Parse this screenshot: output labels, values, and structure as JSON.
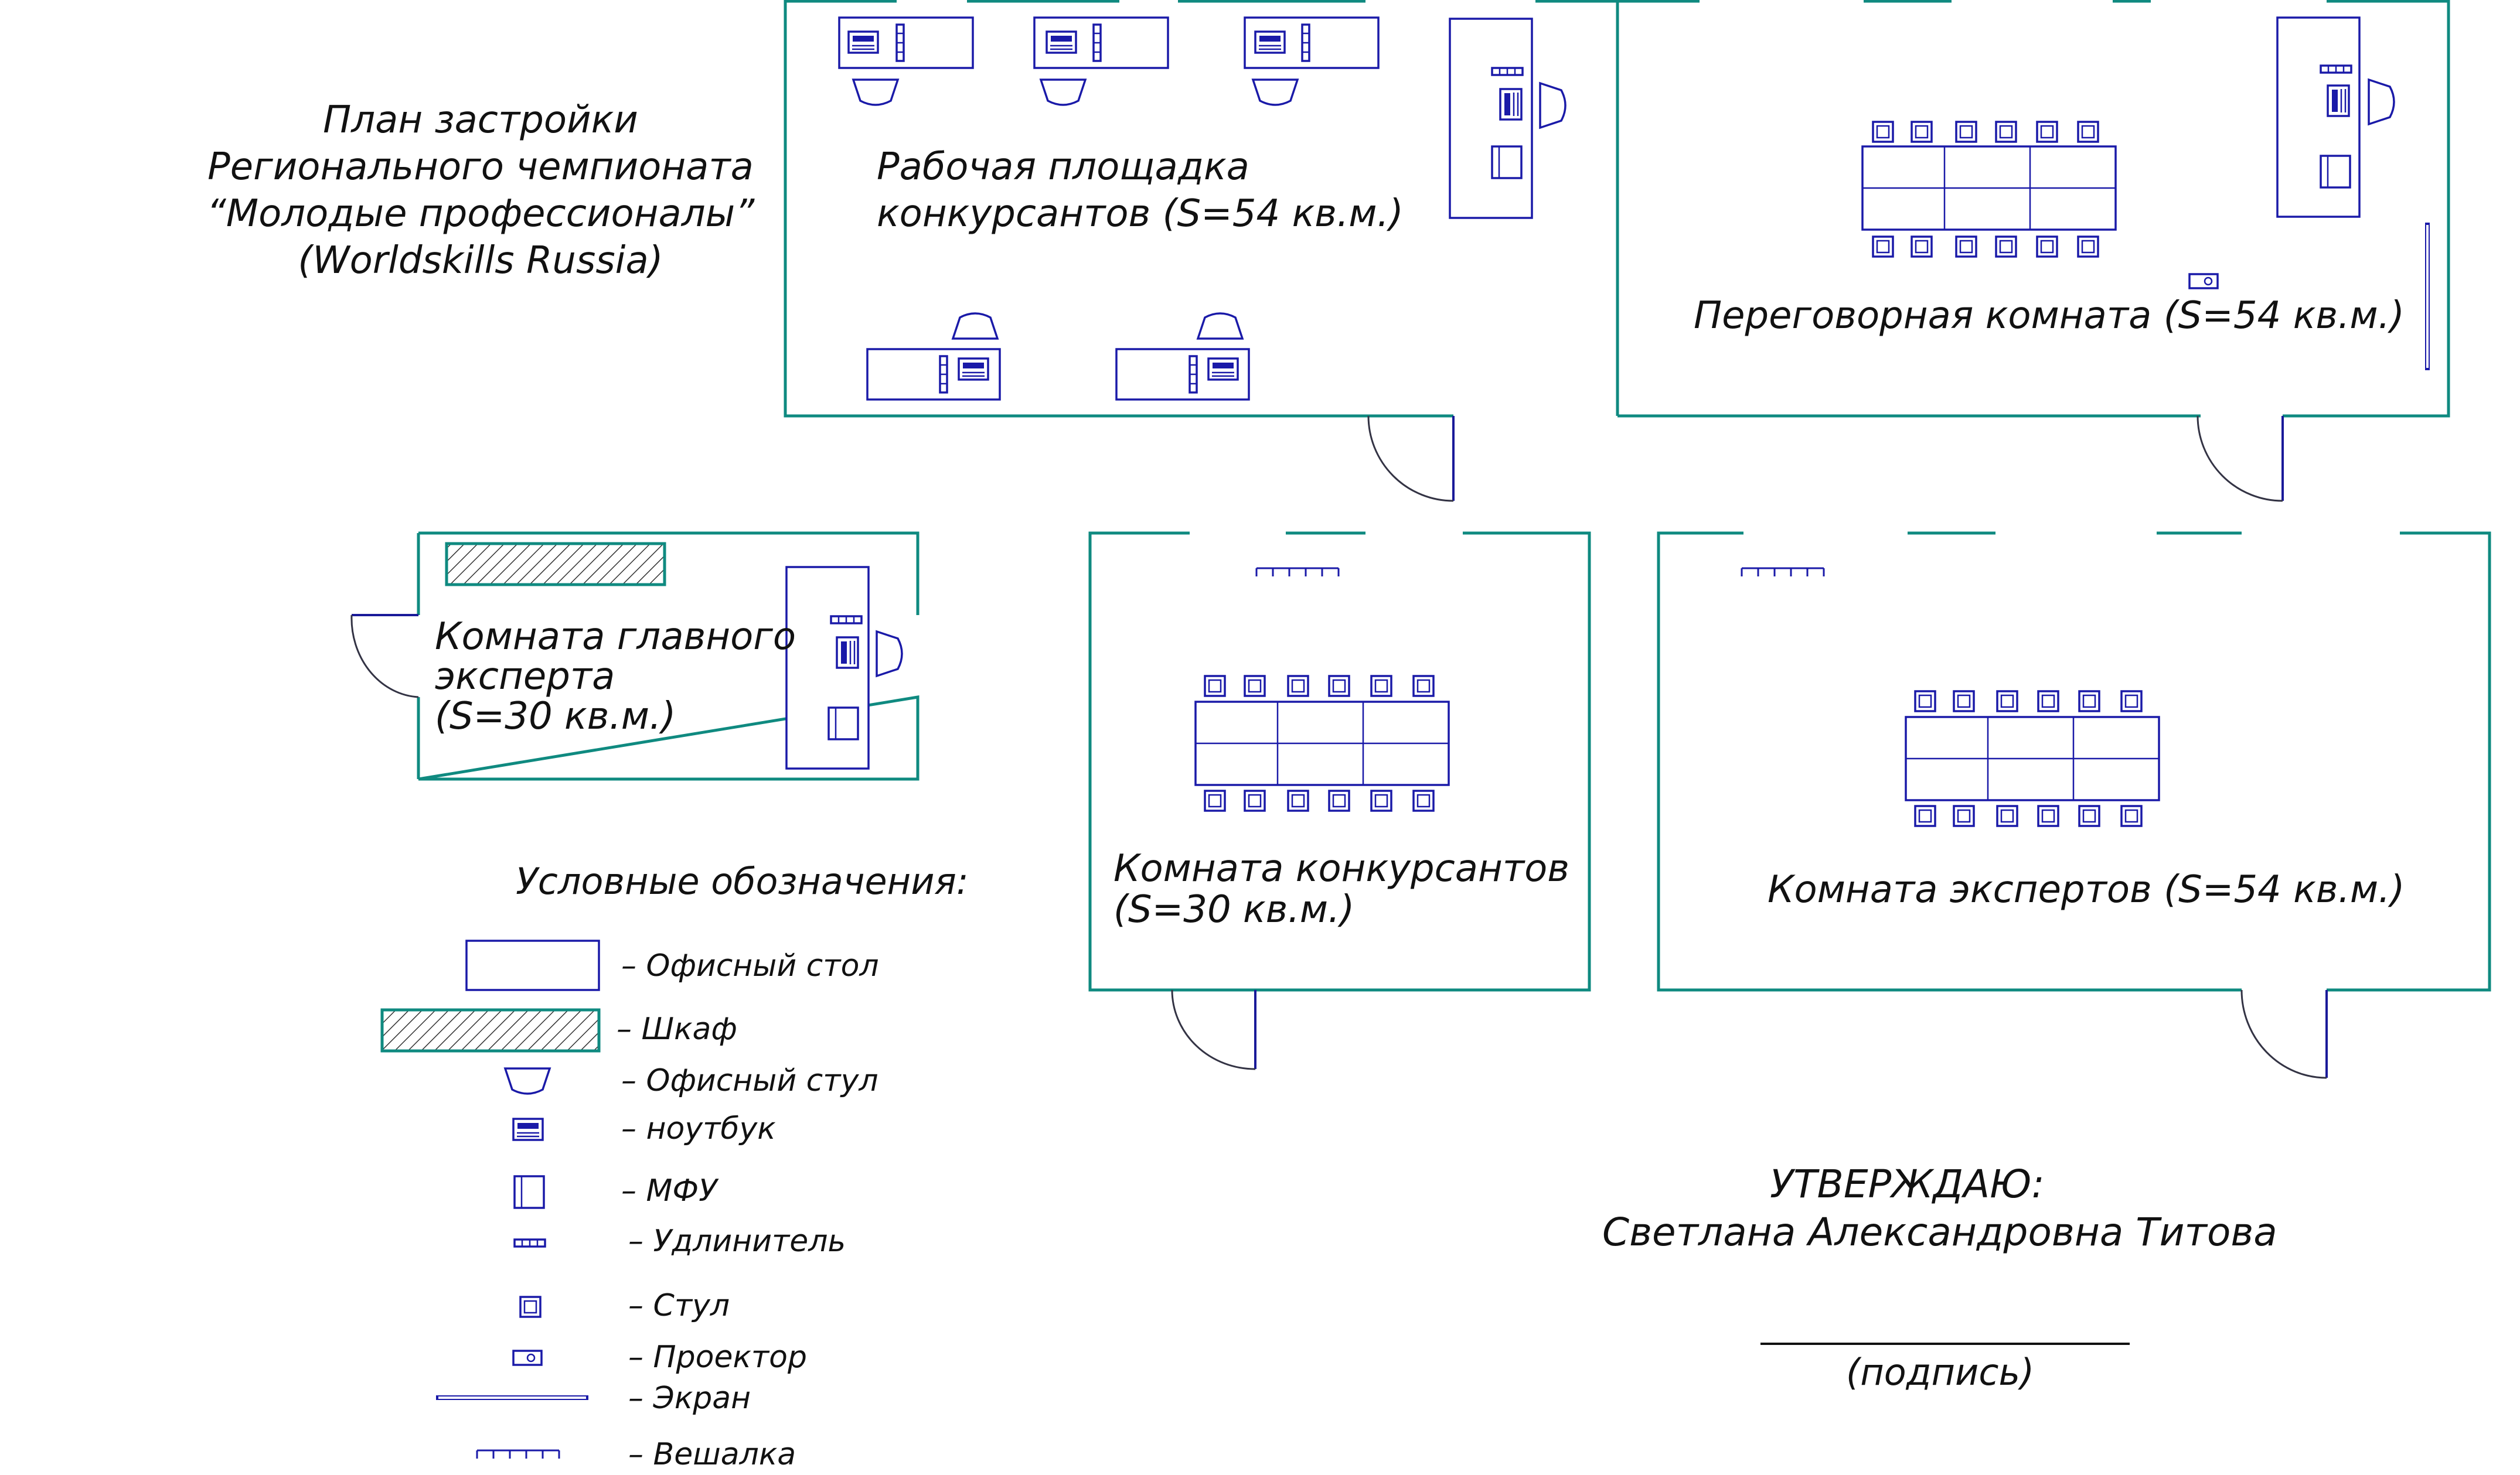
{
  "plan": {
    "title_lines": [
      "План застройки",
      "Регионального чемпионата",
      "“Молодые профессионалы”",
      "(Worldskills Russia)"
    ]
  },
  "rooms": {
    "workspace": {
      "label_lines": [
        "Рабочая площадка",
        "конкурсантов (S=54 кв.м.)"
      ]
    },
    "meeting": {
      "label_lines": [
        "Переговорная комната (S=54 кв.м.)"
      ]
    },
    "chief_expert": {
      "label_lines": [
        "Комната главного",
        "эксперта",
        " (S=30 кв.м.)"
      ]
    },
    "competitors": {
      "label_lines": [
        "Комната конкурсантов",
        " (S=30 кв.м.)"
      ]
    },
    "experts": {
      "label_lines": [
        "Комната экспертов (S=54 кв.м.)"
      ]
    }
  },
  "legend": {
    "heading": "Условные обозначения:",
    "items": [
      {
        "icon": "office-desk-icon",
        "label": "– Офисный стол"
      },
      {
        "icon": "cabinet-icon",
        "label": "– Шкаф"
      },
      {
        "icon": "office-chair-icon",
        "label": "– Офисный стул"
      },
      {
        "icon": "laptop-icon",
        "label": "– ноутбук"
      },
      {
        "icon": "mfp-icon",
        "label": "– МФУ"
      },
      {
        "icon": "extension-cord-icon",
        "label": "– Удлинитель"
      },
      {
        "icon": "chair-icon",
        "label": "– Стул"
      },
      {
        "icon": "projector-icon",
        "label": "– Проектор"
      },
      {
        "icon": "screen-icon",
        "label": "– Экран"
      },
      {
        "icon": "coat-rack-icon",
        "label": "– Вешалка"
      }
    ]
  },
  "approval": {
    "heading": "УТВЕРЖДАЮ:",
    "name": "Светлана Александровна Титова",
    "signature_caption": "(подпись)"
  },
  "colors": {
    "walls": "#0f8a80",
    "furniture": "#1a1aa8",
    "text": "#111111"
  }
}
